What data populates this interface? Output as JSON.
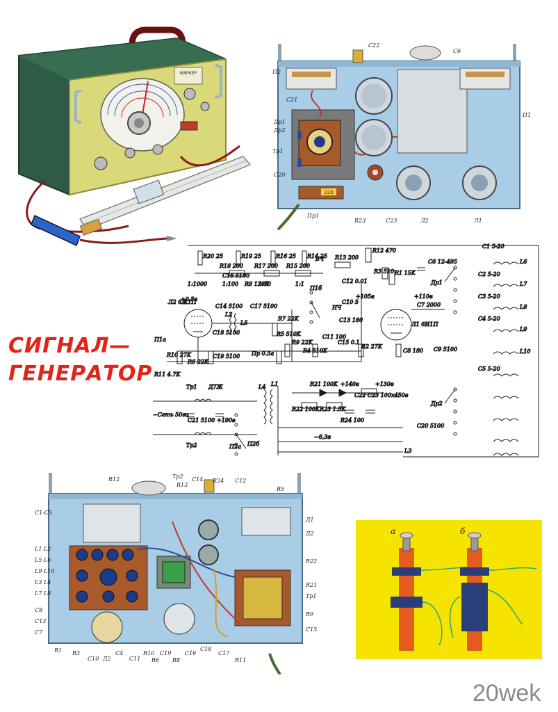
{
  "title": {
    "line1": "СИГНАЛ—",
    "line2": "ГЕНЕРАТОР"
  },
  "watermark": "20wek",
  "device": {
    "panel_text_top": "МАРКЕР"
  },
  "chassis_top": {
    "labels": [
      "П2",
      "C21",
      "Др1",
      "Др2",
      "Тр1",
      "C20",
      "C22",
      "C6",
      "П1",
      "R23",
      "C23",
      "Л2",
      "Л1",
      "Пр1"
    ],
    "fuse_label": "220"
  },
  "schematic": {
    "top_resistors": [
      "R20 25",
      "R18 200",
      "R19 25",
      "R17 200",
      "R16 25",
      "R15 200",
      "R14 25"
    ],
    "attenuator_steps": [
      "1:1000",
      "1:100",
      "1:10",
      "1:1"
    ],
    "vch": "ВЧ",
    "nch": "НЧ",
    "lamp1": "Л2 6Ж1П",
    "lamp2": "Л1 6И1П",
    "network": "~Сеть 50гц",
    "output_voltage": "~6,3в",
    "parts": [
      "R12 470",
      "R13 200",
      "R1 15K",
      "R3 510",
      "C6 12-495",
      "C1 5-20",
      "C2 5-20",
      "C3 5-20",
      "C4 5-20",
      "C5 5-20",
      "C7 2000",
      "R8 120K",
      "C16 5100",
      "C14 5100",
      "C17 5100",
      "C18 5100",
      "C19 5100",
      "R11 4.7K",
      "R10 27K",
      "R6 22K",
      "R7 22K",
      "R9 22K",
      "R5 510K",
      "R4 510K",
      "R2 27K",
      "C8 180",
      "C9 5100",
      "C12 0.01",
      "C10 5",
      "C13 180",
      "C11 100",
      "C15 0.1",
      "Пр 0.5а",
      "Д7Ж",
      "R21 100K",
      "R22 100K",
      "R23 1.5K",
      "C22 C23 100x450в",
      "R24 100",
      "C20 5100",
      "C21 5100",
      "+190в",
      "+140в",
      "+130в",
      "+105в",
      "+110в",
      "+0,5в",
      "П1а",
      "П1б",
      "П2а",
      "П2б",
      "Др1",
      "Др2",
      "Тр1",
      "Тр2",
      "L1",
      "L2",
      "L3",
      "L4",
      "L5",
      "L6",
      "L7",
      "L8",
      "L9",
      "L10"
    ]
  },
  "chassis_bottom": {
    "labels": [
      "C1-C5",
      "R12",
      "Тр2",
      "R13",
      "C14",
      "R24",
      "C12",
      "R5",
      "Д1",
      "Д2",
      "R22",
      "R21",
      "Тр1",
      "R9",
      "C15",
      "L1 L2",
      "L5 L6",
      "L9 L10",
      "L3 L4",
      "L7 L8",
      "C8",
      "C13",
      "C7",
      "R1",
      "R3",
      "C10",
      "Д2",
      "C4",
      "C11",
      "R10",
      "R6",
      "C19",
      "R8",
      "C16",
      "C18",
      "C17",
      "R11"
    ]
  },
  "coil_inset": {
    "label_a": "а",
    "label_b": "б"
  },
  "colors": {
    "title_red": "#e2231a",
    "chassis_blue": "#a9cde6",
    "inset_yellow": "#f6e400",
    "case_green": "#2f5a45",
    "panel_yellow": "#d9d97a"
  }
}
